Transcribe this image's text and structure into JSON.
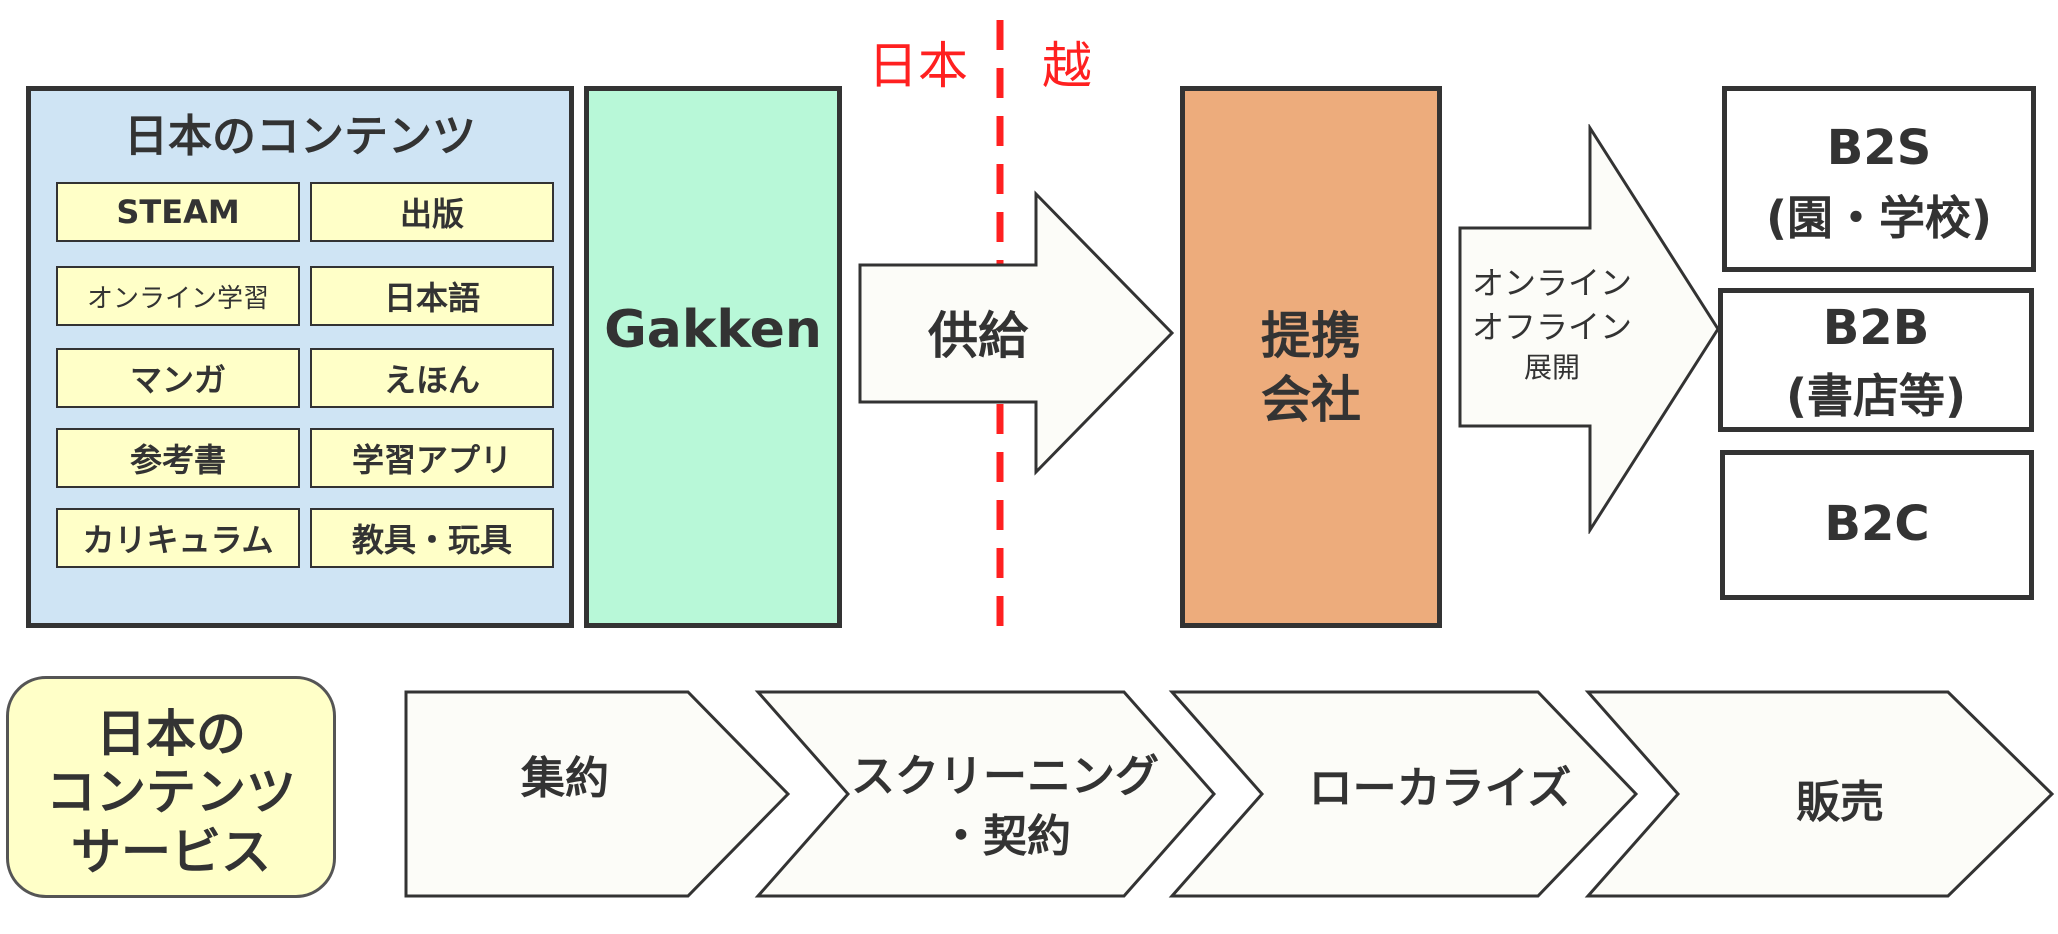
{
  "border_label": {
    "left": "日本",
    "right": "越"
  },
  "contents_panel": {
    "title": "日本のコンテンツ",
    "items": [
      "STEAM",
      "出版",
      "オンライン学習",
      "日本語",
      "マンガ",
      "えほん",
      "参考書",
      "学習アプリ",
      "カリキュラム",
      "教具・玩具"
    ]
  },
  "gakken": {
    "label": "Gakken"
  },
  "supply_arrow": {
    "label": "供給"
  },
  "partner": {
    "line1": "提携",
    "line2": "会社"
  },
  "deploy_arrow": {
    "line1": "オンライン",
    "line2": "オフライン",
    "line3": "展開"
  },
  "channels": [
    {
      "line1": "B2S",
      "line2": "(園・学校)"
    },
    {
      "line1": "B2B",
      "line2": "(書店等)"
    },
    {
      "line1": "B2C",
      "line2": ""
    }
  ],
  "service_label": {
    "line1": "日本の",
    "line2": "コンテンツ",
    "line3": "サービス"
  },
  "process_steps": [
    {
      "line1": "集約",
      "line2": ""
    },
    {
      "line1": "スクリーニング",
      "line2": "・契約"
    },
    {
      "line1": "ローカライズ",
      "line2": ""
    },
    {
      "line1": "販売",
      "line2": ""
    }
  ],
  "colors": {
    "contents_panel": "#cfe4f4",
    "content_item": "#ffffc8",
    "gakken": "#b8f8d8",
    "partner": "#edac7c",
    "service": "#ffffc8",
    "arrow_fill": "#fcfcf8",
    "border_line": "#ff2020",
    "outline": "#333333"
  }
}
